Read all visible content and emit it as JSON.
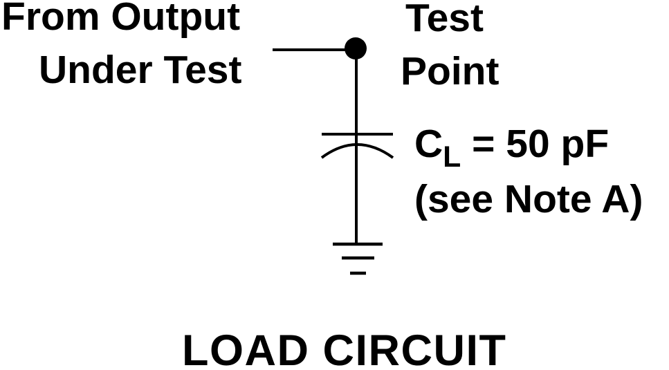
{
  "colors": {
    "ink": "#000000",
    "background": "#ffffff"
  },
  "labels": {
    "source": {
      "line1": "From Output",
      "line2": "Under Test"
    },
    "test_point": {
      "line1": "Test",
      "line2": "Point"
    },
    "capacitor": {
      "symbol": "C",
      "subscript": "L",
      "value": " = 50 pF",
      "note": "(see Note A)"
    }
  },
  "caption": {
    "text": "LOAD CIRCUIT"
  }
}
